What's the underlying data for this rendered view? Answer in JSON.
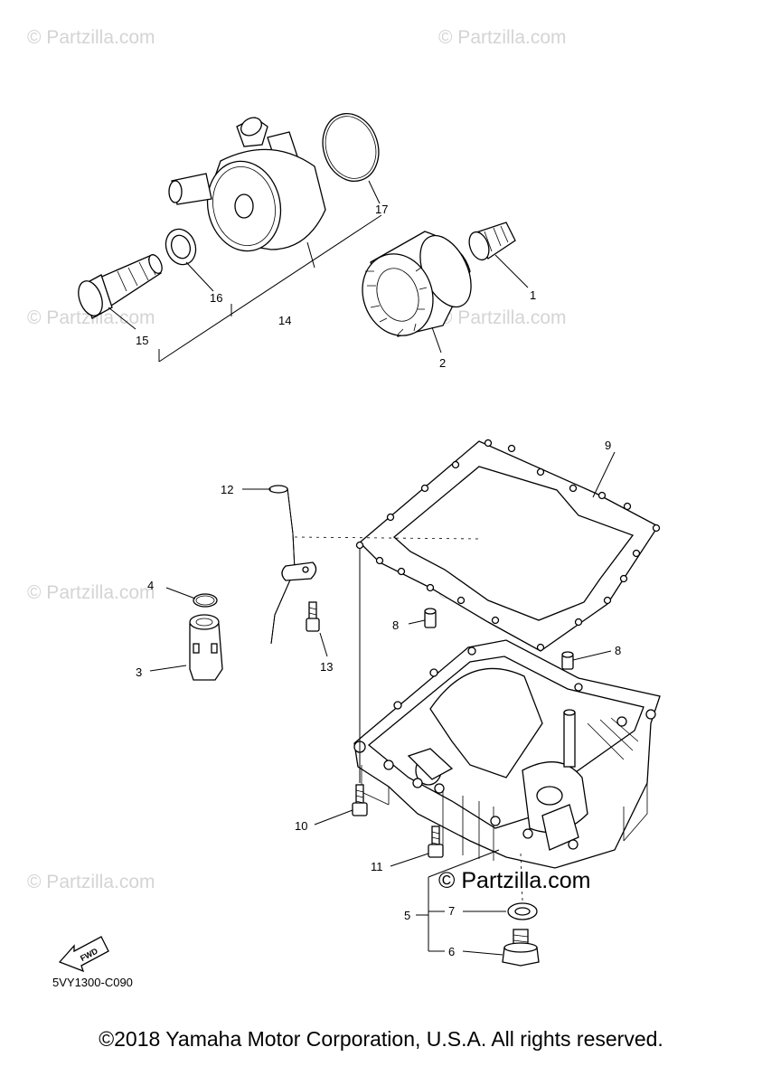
{
  "callouts": {
    "c1": "1",
    "c2": "2",
    "c3": "3",
    "c4": "4",
    "c5": "5",
    "c6": "6",
    "c7": "7",
    "c8a": "8",
    "c8b": "8",
    "c9": "9",
    "c10": "10",
    "c11": "11",
    "c12": "12",
    "c13": "13",
    "c14": "14",
    "c15": "15",
    "c16": "16",
    "c17": "17"
  },
  "watermark": {
    "small": "© Partzilla.com",
    "main": "© Partzilla.com"
  },
  "diagram_code": "5VY1300-C090",
  "fwd_label": "FWD",
  "copyright": "©2018 Yamaha Motor Corporation, U.S.A. All rights reserved."
}
